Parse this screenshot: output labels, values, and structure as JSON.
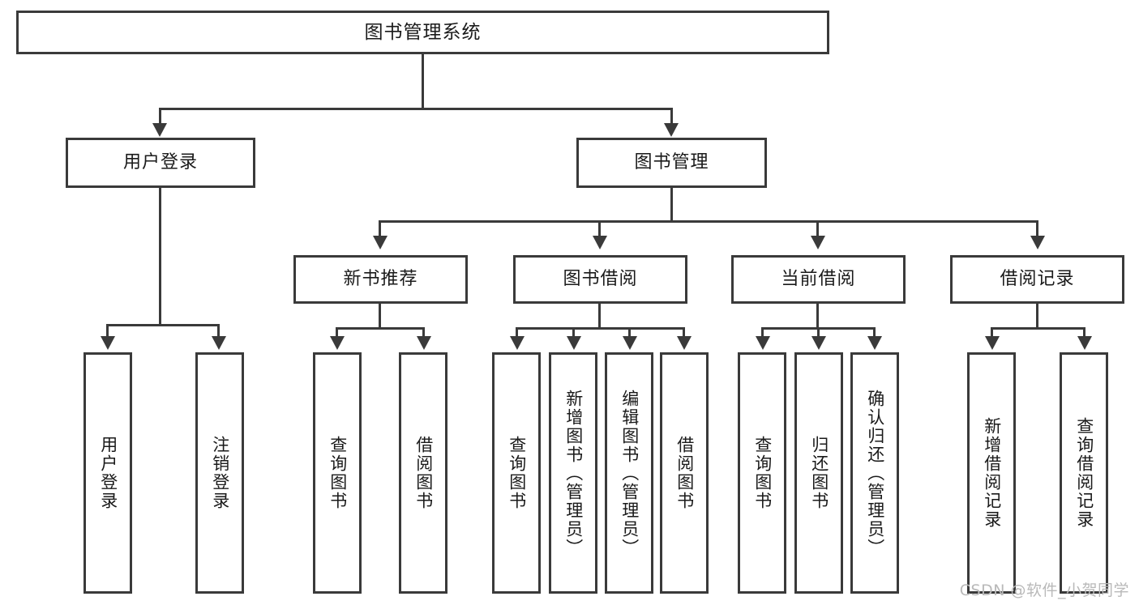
{
  "diagram": {
    "type": "tree-hierarchy-diagram",
    "title": "图书管理系统",
    "watermark": "CSDN @软件_小贺同学",
    "colors": {
      "box_border": "#3a3a3a",
      "box_fill": "#ffffff",
      "connector": "#3a3a3a",
      "text": "#1a1a1a",
      "watermark": "#b9b9b9",
      "background": "#ffffff"
    },
    "root": {
      "label": "图书管理系统"
    },
    "level2": [
      {
        "label": "用户登录"
      },
      {
        "label": "图书管理"
      }
    ],
    "level3": [
      {
        "label": "新书推荐"
      },
      {
        "label": "图书借阅"
      },
      {
        "label": "当前借阅"
      },
      {
        "label": "借阅记录"
      }
    ],
    "leaves": {
      "user_login": [
        {
          "label": "用户登录"
        },
        {
          "label": "注销登录"
        }
      ],
      "new_book_recommend": [
        {
          "label": "查询图书"
        },
        {
          "label": "借阅图书"
        }
      ],
      "book_borrow": [
        {
          "label": "查询图书"
        },
        {
          "label": "新增图书（管理员）"
        },
        {
          "label": "编辑图书（管理员）"
        },
        {
          "label": "借阅图书"
        }
      ],
      "current_borrow": [
        {
          "label": "查询图书"
        },
        {
          "label": "归还图书"
        },
        {
          "label": "确认归还（管理员）"
        }
      ],
      "borrow_record": [
        {
          "label": "新增借阅记录"
        },
        {
          "label": "查询借阅记录"
        }
      ]
    }
  }
}
